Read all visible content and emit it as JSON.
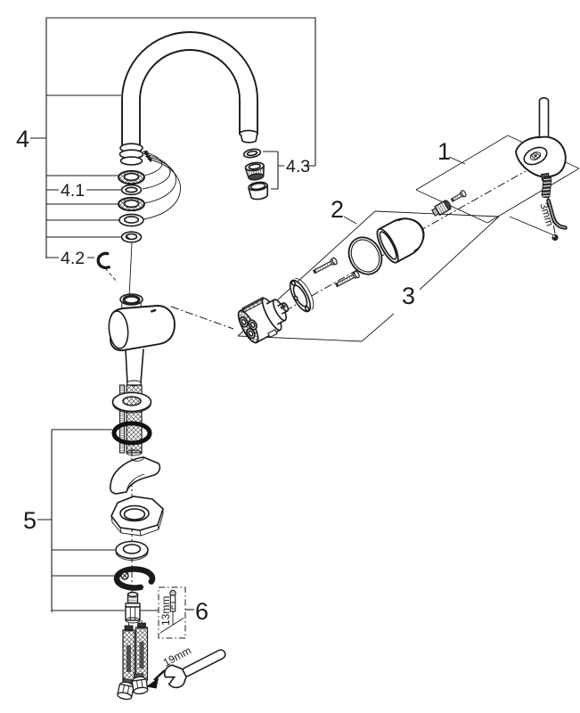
{
  "page": {
    "background_color": "#ffffff",
    "line_color": "#1a1a1a"
  },
  "diagram": {
    "callouts": {
      "part1": "1",
      "part2": "2",
      "part3": "3",
      "part4": "4",
      "part4_1": "4.1",
      "part4_2": "4.2",
      "part4_3": "4.3",
      "part5": "5",
      "part6": "6"
    },
    "tool_sizes": {
      "hex_key": "3mm",
      "socket": "13mm",
      "wrench": "19mm"
    }
  }
}
